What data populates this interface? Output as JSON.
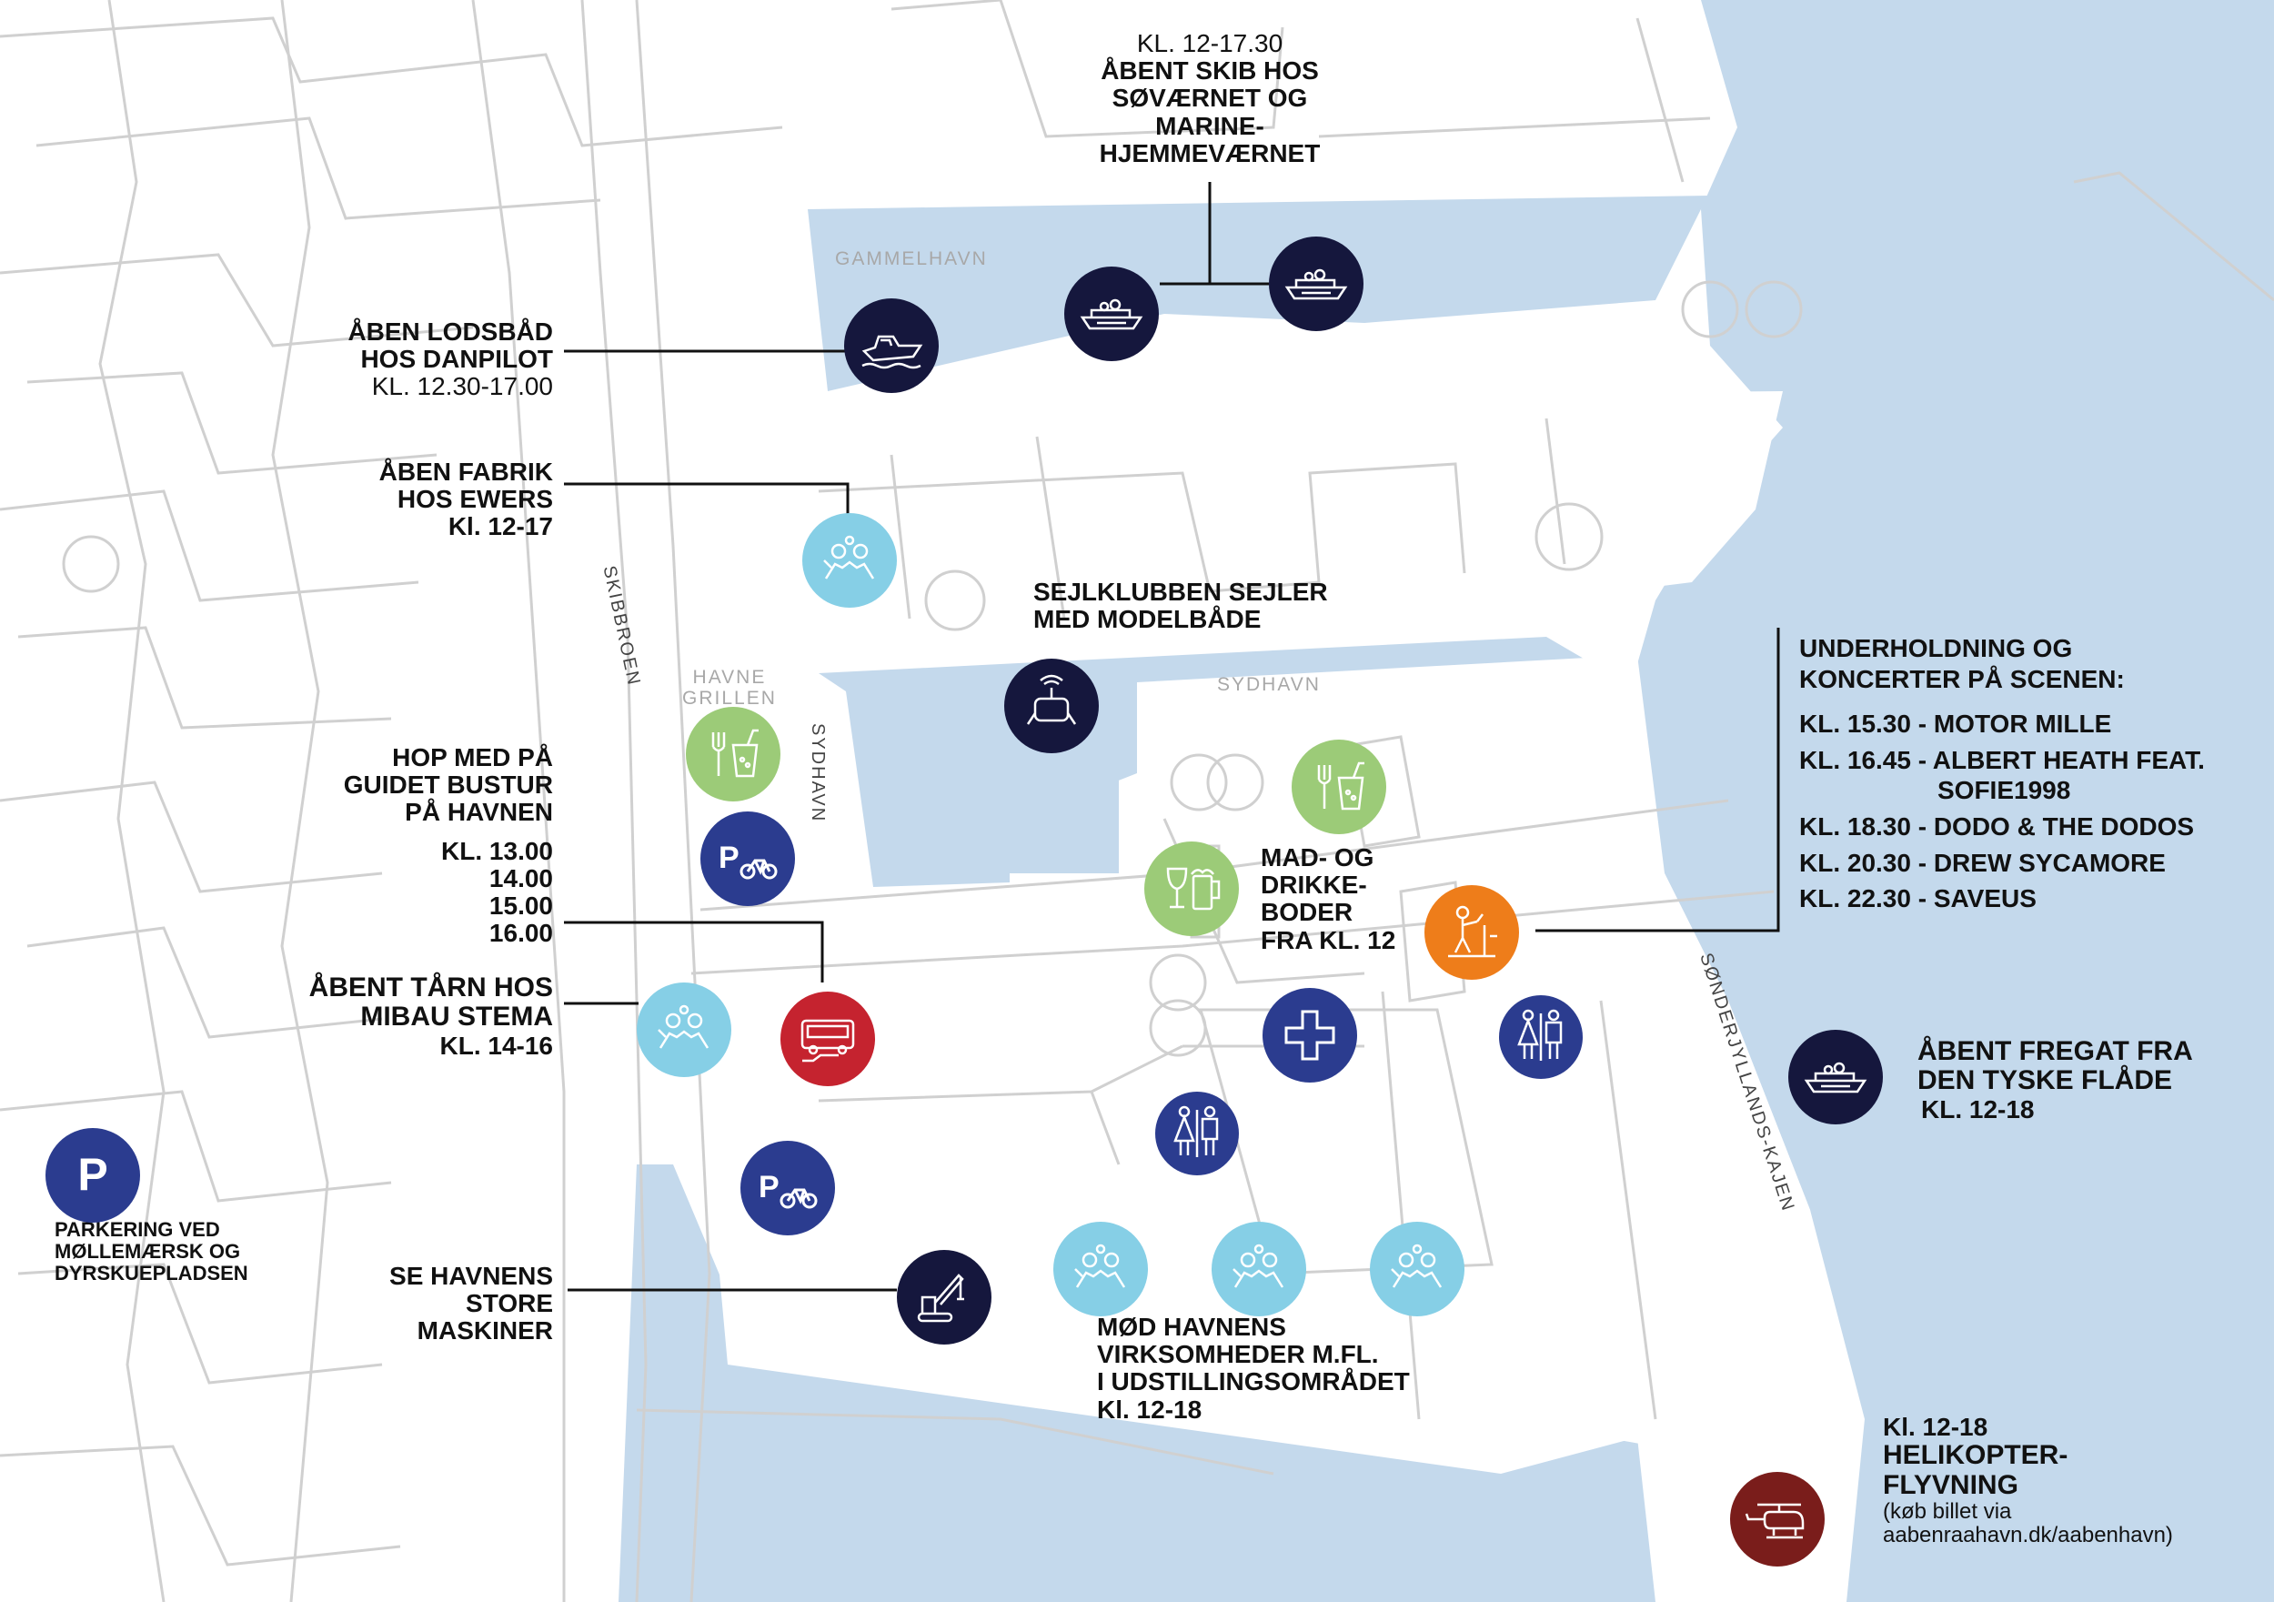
{
  "colors": {
    "water": "#c4d9ec",
    "navy": "#15173d",
    "light_blue": "#86cfe6",
    "green": "#9ccb78",
    "royal_blue": "#2b3c8f",
    "red": "#c5232f",
    "orange": "#ee7d1a",
    "maroon": "#7a1d1b",
    "map_lines": "#d0d0d0",
    "leader_lines": "#111111"
  },
  "place_names": {
    "gammelhavn": "GAMMELHAVN",
    "sydhavn_water": "SYDHAVN",
    "havnegrillen_line1": "HAVNE",
    "havnegrillen_line2": "GRILLEN"
  },
  "streets": {
    "skibbroen": "SKIBBROEN",
    "sydhavn": "SYDHAVN",
    "soenderjyllands_kajen": "SØNDERJYLLANDS-KAJEN"
  },
  "labels": {
    "skib_hos_soevaernet": [
      "KL. 12-17.30",
      "ÅBENT SKIB HOS",
      "SØVÆRNET OG",
      "MARINE-",
      "HJEMMEVÆRNET"
    ],
    "lodsbaad": [
      "ÅBEN LODSBÅD",
      "HOS DANPILOT",
      "KL. 12.30-17.00"
    ],
    "fabrik_ewers": [
      "ÅBEN FABRIK",
      "HOS EWERS",
      "Kl. 12-17"
    ],
    "sejlklubben": [
      "SEJLKLUBBEN SEJLER",
      "MED MODELBÅDE"
    ],
    "bustur": [
      "HOP MED PÅ",
      "GUIDET BUSTUR",
      "PÅ HAVNEN"
    ],
    "bustur_times": [
      "KL. 13.00",
      "14.00",
      "15.00",
      "16.00"
    ],
    "taarn_mibau": [
      "ÅBENT TÅRN HOS",
      "MIBAU STEMA",
      "KL. 14-16"
    ],
    "parkering": [
      "PARKERING VED",
      "MØLLEMÆRSK OG",
      "DYRSKUEPLADSEN"
    ],
    "store_maskiner": [
      "SE HAVNENS",
      "STORE",
      "MASKINER"
    ],
    "virksomheder": [
      "MØD HAVNENS",
      "VIRKSOMHEDER M.FL.",
      "I UDSTILLINGSOMRÅDET",
      "Kl. 12-18"
    ],
    "mad_drikke": [
      "MAD- OG",
      "DRIKKE-",
      "BODER",
      "FRA KL. 12"
    ],
    "fregat": [
      "ÅBENT FREGAT FRA",
      "DEN TYSKE FLÅDE",
      "KL. 12-18"
    ],
    "helikopter": [
      "Kl. 12-18",
      "HELIKOPTER-",
      "FLYVNING"
    ],
    "helikopter_note": [
      "(køb billet via",
      "aabenraahavn.dk/aabenhavn)"
    ]
  },
  "stage": {
    "heading": [
      "UNDERHOLDNING OG",
      "KONCERTER PÅ SCENEN:"
    ],
    "schedule": [
      {
        "text": "KL. 15.30 - MOTOR MILLE"
      },
      {
        "text": "KL. 16.45 - ALBERT HEATH FEAT."
      },
      {
        "text": "SOFIE1998"
      },
      {
        "text": "KL. 18.30 - DODO & THE DODOS"
      },
      {
        "text": "KL. 20.30 - DREW SYCAMORE"
      },
      {
        "text": "KL. 22.30 - SAVEUS"
      }
    ]
  },
  "icons": {
    "pilot_boat": "pilot-boat-icon",
    "navy_ship": "navy-ship-icon",
    "people_meeting": "people-meeting-icon",
    "rc_controller": "remote-control-icon",
    "food_drink": "food-drink-icon",
    "wine_beer": "wine-beer-icon",
    "parking_bike": "parking-bike-icon",
    "parking": "parking-icon",
    "bus": "bus-icon",
    "first_aid": "first-aid-icon",
    "toilets": "toilets-icon",
    "stage_performer": "stage-performer-icon",
    "crane": "crane-icon",
    "helicopter": "helicopter-icon",
    "parking_letter": "P"
  }
}
